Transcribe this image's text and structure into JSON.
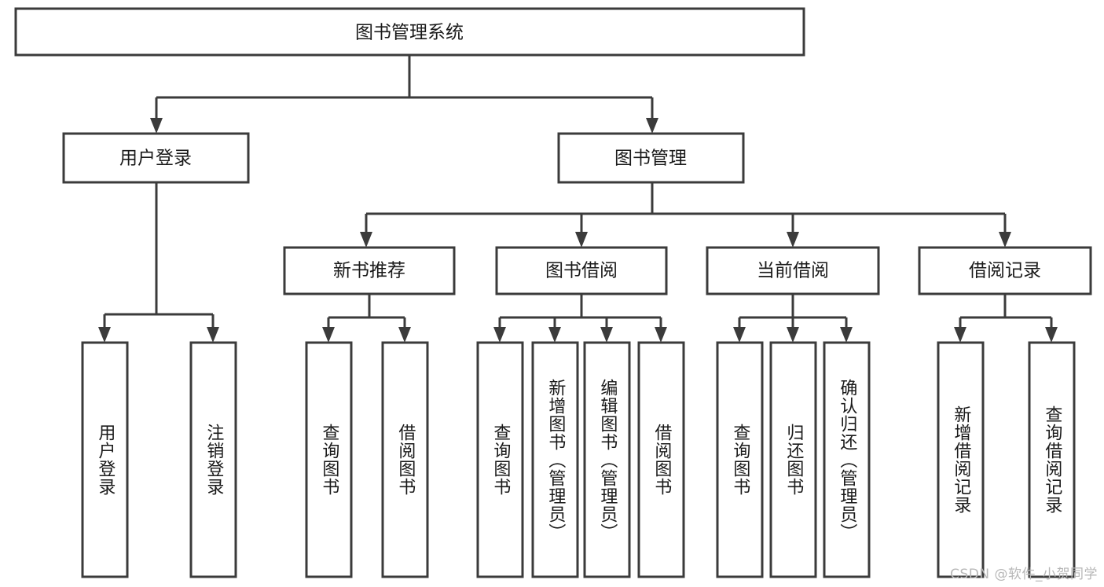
{
  "diagram": {
    "title": "图书管理系统",
    "watermark": "CSDN @软件_小贺同学",
    "colors": {
      "stroke": "#3b3b3b",
      "fill": "#ffffff",
      "text": "#1a1a1a",
      "watermark": "#b7b7b7"
    },
    "root": {
      "label": "图书管理系统"
    },
    "level2": [
      {
        "label": "用户登录"
      },
      {
        "label": "图书管理"
      }
    ],
    "level3": [
      {
        "label": "新书推荐"
      },
      {
        "label": "图书借阅"
      },
      {
        "label": "当前借阅"
      },
      {
        "label": "借阅记录"
      }
    ],
    "leaves": {
      "user_login": [
        {
          "label": "用户登录"
        },
        {
          "label": "注销登录"
        }
      ],
      "new_book": [
        {
          "label": "查询图书"
        },
        {
          "label": "借阅图书"
        }
      ],
      "book_borrow": [
        {
          "label": "查询图书"
        },
        {
          "label": "新增图书（管理员）"
        },
        {
          "label": "编辑图书（管理员）"
        },
        {
          "label": "借阅图书"
        }
      ],
      "current_borrow": [
        {
          "label": "查询图书"
        },
        {
          "label": "归还图书"
        },
        {
          "label": "确认归还（管理员）"
        }
      ],
      "borrow_record": [
        {
          "label": "新增借阅记录"
        },
        {
          "label": "查询借阅记录"
        }
      ]
    }
  }
}
